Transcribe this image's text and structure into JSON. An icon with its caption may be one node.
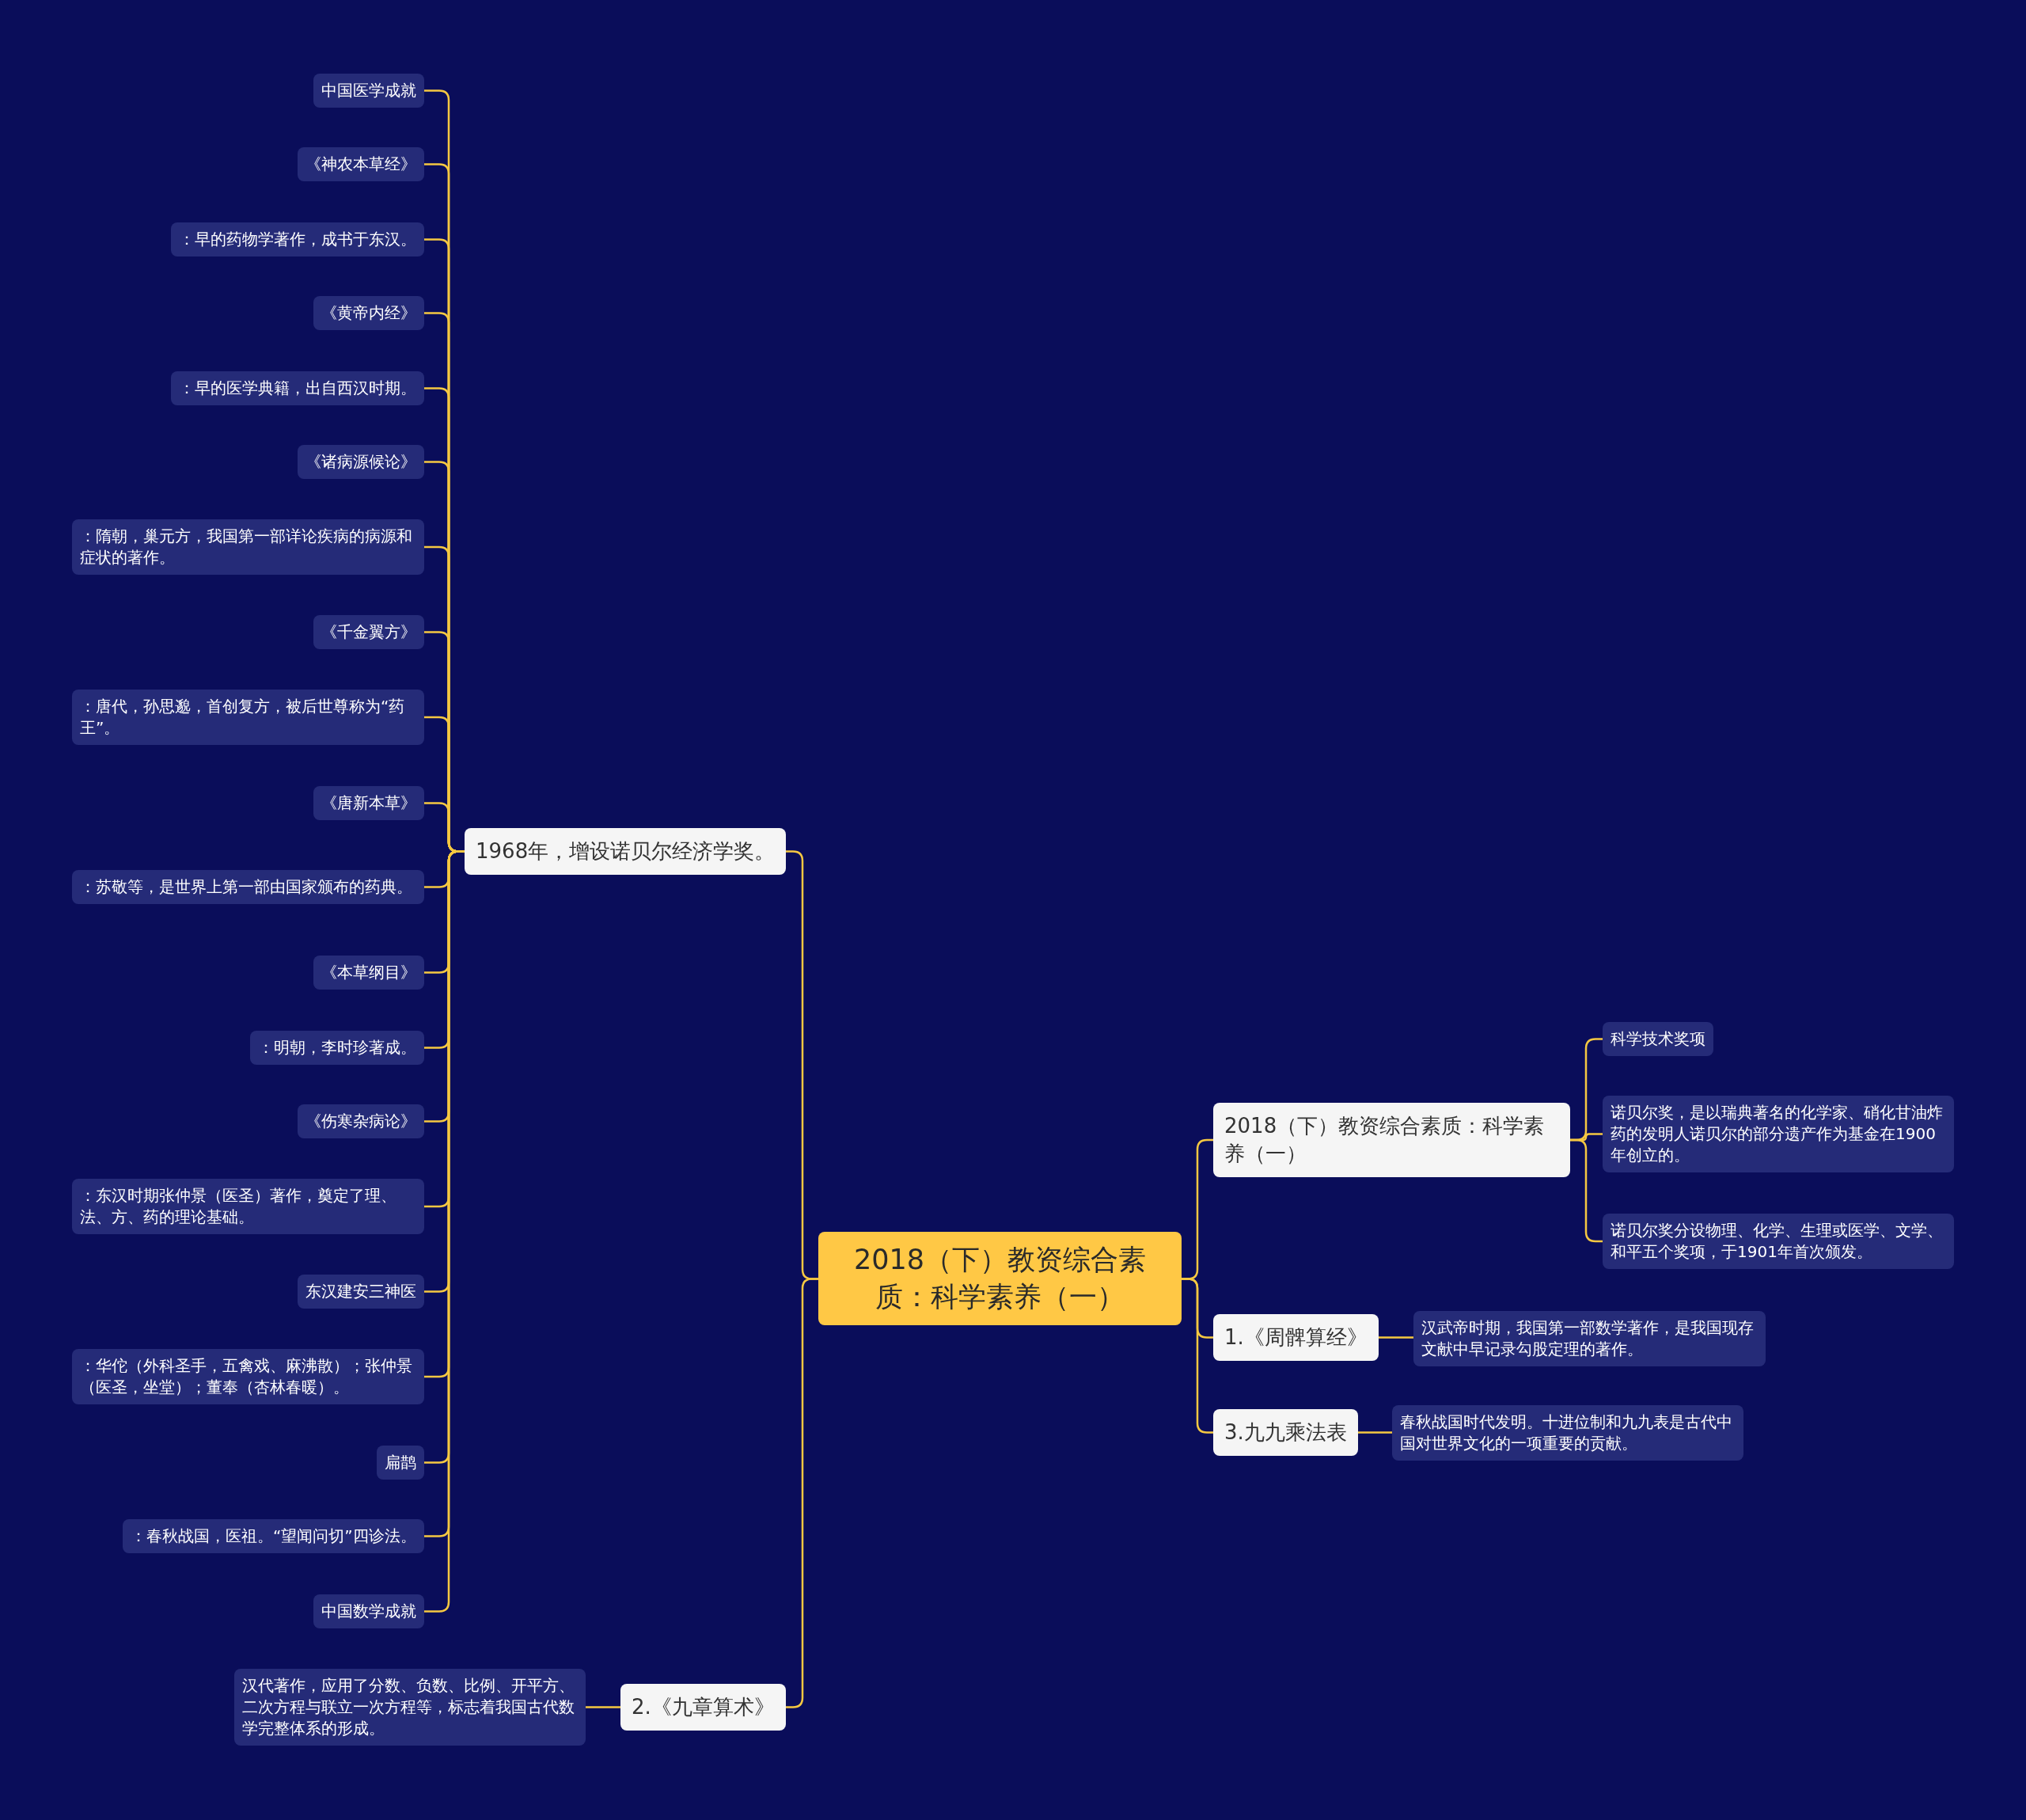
{
  "diagram": {
    "nodes": [
      {
        "text": [
          "2018（下）教资综合素质：科学素养（一）"
        ]
      },
      {
        "text": [
          "1968年，增设诺贝尔经济学奖。"
        ]
      },
      {
        "text": [
          "中国医学成就"
        ]
      },
      {
        "text": [
          "《神农本草经》"
        ]
      },
      {
        "text": [
          "：早的药物学著作，成书于东汉。"
        ]
      },
      {
        "text": [
          "《黄帝内经》"
        ]
      },
      {
        "text": [
          "：早的医学典籍，出自西汉时期。"
        ]
      },
      {
        "text": [
          "《诸病源候论》"
        ]
      },
      {
        "text": [
          "：隋朝，巢元方，我国第一部详论疾病的病源和症状的著作。"
        ]
      },
      {
        "text": [
          "《千金翼方》"
        ]
      },
      {
        "text": [
          "：唐代，孙思邈，首创复方，被后世尊称为“药王”。"
        ]
      },
      {
        "text": [
          "《唐新本草》"
        ]
      },
      {
        "text": [
          "：苏敬等，是世界上第一部由国家颁布的药典。"
        ]
      },
      {
        "text": [
          "《本草纲目》"
        ]
      },
      {
        "text": [
          "：明朝，李时珍著成。"
        ]
      },
      {
        "text": [
          "《伤寒杂病论》"
        ]
      },
      {
        "text": [
          "：东汉时期张仲景（医圣）著作，奠定了理、法、方、药的理论基础。"
        ]
      },
      {
        "text": [
          "东汉建安三神医"
        ]
      },
      {
        "text": [
          "：华佗（外科圣手，五禽戏、麻沸散）；张仲景（医圣，坐堂）；董奉（杏林春暖）。"
        ]
      },
      {
        "text": [
          "扁鹊"
        ]
      },
      {
        "text": [
          "：春秋战国，医祖。“望闻问切”四诊法。"
        ]
      },
      {
        "text": [
          "中国数学成就"
        ]
      },
      {
        "text": [
          "2.《九章算术》"
        ]
      },
      {
        "text": [
          "汉代著作，应用了分数、负数、比例、开平方、二次方程与联立一次方程等，标志着我国古代数学完整体系的形成。"
        ]
      },
      {
        "text": [
          "2018（下）教资综合素质：科学素养（一）"
        ]
      },
      {
        "text": [
          "科学技术奖项"
        ]
      },
      {
        "text": [
          "诺贝尔奖，是以瑞典著名的化学家、硝化甘油炸药的发明人诺贝尔的部分遗产作为基金在1900年创立的。"
        ]
      },
      {
        "text": [
          "诺贝尔奖分设物理、化学、生理或医学、文学、和平五个奖项，于1901年首次颁发。"
        ]
      },
      {
        "text": [
          "1.《周髀算经》"
        ]
      },
      {
        "text": [
          "汉武帝时期，我国第一部数学著作，是我国现存文献中早记录勾股定理的著作。"
        ]
      },
      {
        "text": [
          "3.九九乘法表"
        ]
      },
      {
        "text": [
          "春秋战国时代发明。十进位制和九九表是古代中国对世界文化的一项重要的贡献。"
        ]
      }
    ],
    "edges": [
      {
        "from": 0,
        "to": 1,
        "arrow": "none"
      },
      {
        "from": 0,
        "to": 22,
        "arrow": "none"
      },
      {
        "from": 0,
        "to": 24,
        "arrow": "none"
      },
      {
        "from": 0,
        "to": 28,
        "arrow": "none"
      },
      {
        "from": 0,
        "to": 30,
        "arrow": "none"
      },
      {
        "from": 1,
        "to": 2,
        "arrow": "none"
      },
      {
        "from": 1,
        "to": 3,
        "arrow": "none"
      },
      {
        "from": 1,
        "to": 4,
        "arrow": "none"
      },
      {
        "from": 1,
        "to": 5,
        "arrow": "none"
      },
      {
        "from": 1,
        "to": 6,
        "arrow": "none"
      },
      {
        "from": 1,
        "to": 7,
        "arrow": "none"
      },
      {
        "from": 1,
        "to": 8,
        "arrow": "none"
      },
      {
        "from": 1,
        "to": 9,
        "arrow": "none"
      },
      {
        "from": 1,
        "to": 10,
        "arrow": "none"
      },
      {
        "from": 1,
        "to": 11,
        "arrow": "none"
      },
      {
        "from": 1,
        "to": 12,
        "arrow": "none"
      },
      {
        "from": 1,
        "to": 13,
        "arrow": "none"
      },
      {
        "from": 1,
        "to": 14,
        "arrow": "none"
      },
      {
        "from": 1,
        "to": 15,
        "arrow": "none"
      },
      {
        "from": 1,
        "to": 16,
        "arrow": "none"
      },
      {
        "from": 1,
        "to": 17,
        "arrow": "none"
      },
      {
        "from": 1,
        "to": 18,
        "arrow": "none"
      },
      {
        "from": 1,
        "to": 19,
        "arrow": "none"
      },
      {
        "from": 1,
        "to": 20,
        "arrow": "none"
      },
      {
        "from": 1,
        "to": 21,
        "arrow": "none"
      },
      {
        "from": 22,
        "to": 23,
        "arrow": "none"
      },
      {
        "from": 24,
        "to": 25,
        "arrow": "none"
      },
      {
        "from": 24,
        "to": 26,
        "arrow": "none"
      },
      {
        "from": 24,
        "to": 27,
        "arrow": "none"
      },
      {
        "from": 28,
        "to": 29,
        "arrow": "none"
      },
      {
        "from": 30,
        "to": 31,
        "arrow": "none"
      }
    ]
  }
}
